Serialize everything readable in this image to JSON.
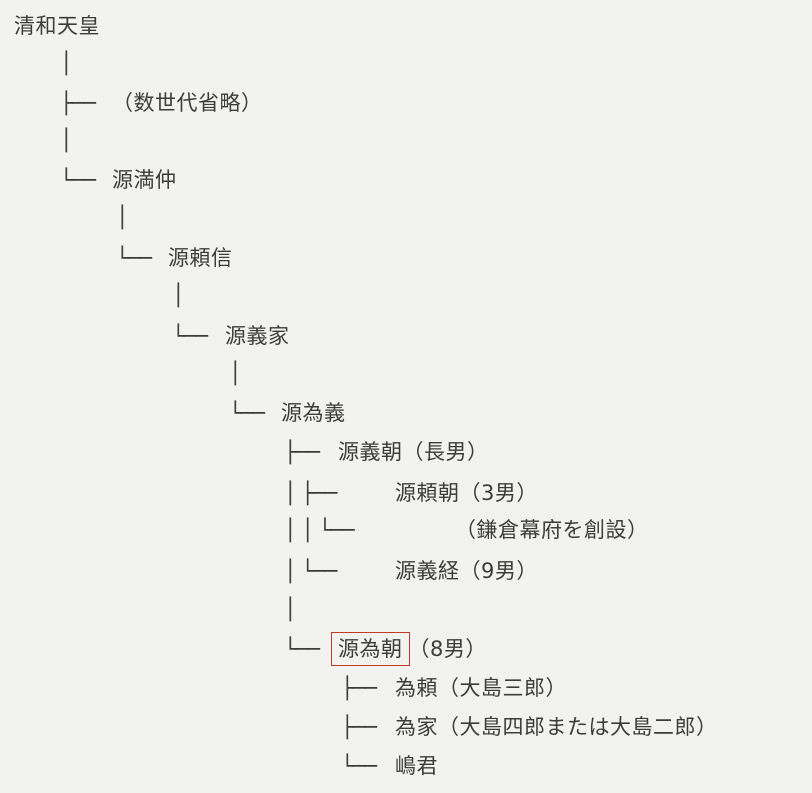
{
  "tree_lines": [
    {
      "connector": "",
      "label": "清和天皇",
      "highlight": false
    },
    {
      "connector": "│",
      "label": "",
      "highlight": false
    },
    {
      "connector": "├──",
      "label": "（数世代省略）",
      "highlight": false
    },
    {
      "connector": "│",
      "label": "",
      "highlight": false
    },
    {
      "connector": "└──",
      "label": "源満仲",
      "highlight": false
    },
    {
      "connector": "│",
      "label": "",
      "highlight": false
    },
    {
      "connector": "└──",
      "label": "源頼信",
      "highlight": false
    },
    {
      "connector": "│",
      "label": "",
      "highlight": false
    },
    {
      "connector": "└──",
      "label": "源義家",
      "highlight": false
    },
    {
      "connector": "│",
      "label": "",
      "highlight": false
    },
    {
      "connector": "└──",
      "label": "源為義",
      "highlight": false
    },
    {
      "connector": "├──",
      "label": "源義朝（長男）",
      "highlight": false
    },
    {
      "connector": "│  ├──",
      "label": "源頼朝（3男）",
      "highlight": false
    },
    {
      "connector": "│  │  └──",
      "label": "（鎌倉幕府を創設）",
      "highlight": false
    },
    {
      "connector": "│  └──",
      "label": "源義経（9男）",
      "highlight": false
    },
    {
      "connector": "│",
      "label": "",
      "highlight": false
    },
    {
      "connector": "└──",
      "label": "源為朝",
      "highlight": true,
      "suffix": "（8男）"
    },
    {
      "connector": "├──",
      "label": "為頼（大島三郎）",
      "highlight": false
    },
    {
      "connector": "├──",
      "label": "為家（大島四郎または大島二郎）",
      "highlight": false
    },
    {
      "connector": "└──",
      "label": "嶋君",
      "highlight": false
    }
  ],
  "colors": {
    "background": "#f2f2ee",
    "text": "#3c3c3c",
    "highlight_border": "#c0392b"
  }
}
